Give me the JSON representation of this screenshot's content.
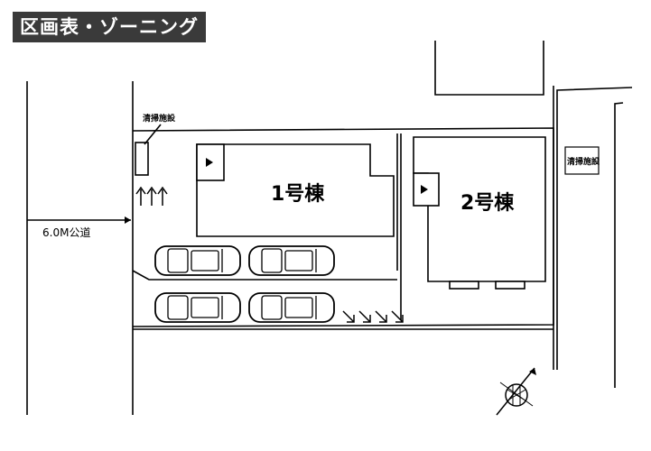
{
  "header": {
    "title": "区画表・ゾーニング"
  },
  "plan": {
    "road_label": "6.0M公道",
    "building_1_label": "1号棟",
    "building_2_label": "2号棟",
    "trash_label_left": "清掃施設",
    "trash_label_right": "清掃施設"
  },
  "colors": {
    "banner_bg": "#3a3a3a",
    "banner_text": "#ffffff",
    "line": "#000000"
  },
  "icons": [
    "north-compass-icon",
    "entry-arrow-icon",
    "car-icon"
  ]
}
